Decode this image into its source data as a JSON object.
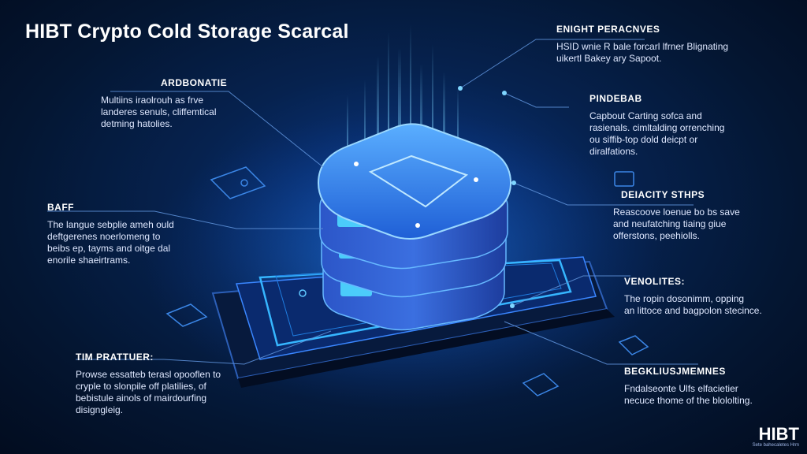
{
  "title": "HIBT Crypto Cold Storage Scarcal",
  "left_blocks": [
    {
      "heading": "ARDBONATIE",
      "body": "Multiins iraolrouh as frve\nlanderes senuls, cliffemtical\ndetming hatolies."
    },
    {
      "heading": "BAFF",
      "body": "The langue sebplie ameh ould\ndeftgerenes noerlomeng to\nbeibs ep, tayms and oitge dal\nenorile shaeirtrams."
    },
    {
      "heading": "TIM PRATTUER:",
      "body": "Prowse essatteb terasl opooflen to\ncryple to slonpile off platilies, of\nbebistule ainols of mairdourfing\ndisigngleig."
    }
  ],
  "right_blocks": [
    {
      "heading": "ENIGHT PERACNVES",
      "body": "HSID wnie R bale forcarl lfrner Blignating\nuikertl Bakey ary Sapoot."
    },
    {
      "heading": "PINDEBAB",
      "body": "Capbout Carting sofca and\nrasienals. cimltalding orrenching\nou siffib-top dold deicpt or\ndiralfations."
    },
    {
      "heading": "DEIACITY STHPS",
      "body": "Reascoove loenue bo bs save\nand neufatching tiaing giue\nofferstons, peehiolls."
    },
    {
      "heading": "VENOLITES:",
      "body": "The ropin dosonimm, opping\nan littoce and bagpolon stecince."
    },
    {
      "heading": "BEGKLIUSJMEMNES",
      "body": "Fndalseonte Ulfs elfacietier\nnecuce thome of the blololting."
    }
  ],
  "brand": {
    "main": "HIBT",
    "sub": "Sete bahecaletes Hrm"
  },
  "colors": {
    "accent": "#1e8cff",
    "glow": "#5fc8ff",
    "background": "#041632"
  }
}
